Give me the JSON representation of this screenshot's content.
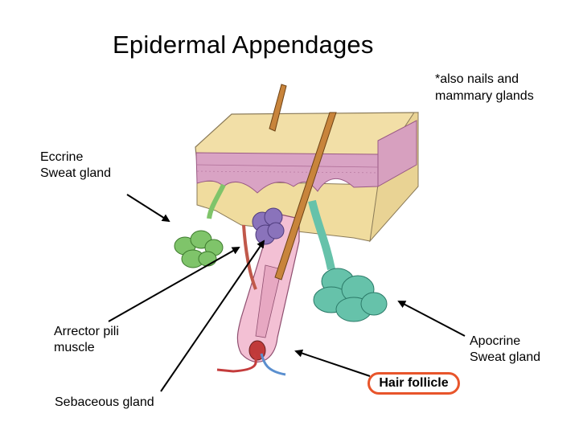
{
  "title": "Epidermal Appendages",
  "note": "*also nails and\nmammary glands",
  "labels": {
    "eccrine": "Eccrine\nSweat gland",
    "arrector": "Arrector pili\nmuscle",
    "apocrine": "Apocrine\nSweat gland",
    "sebaceous": "Sebaceous gland",
    "hair_follicle": "Hair follicle"
  },
  "colors": {
    "dermis": "#f0dc9e",
    "epidermis": "#d9a3c4",
    "hair_shaft": "#c8843b",
    "follicle": "#f3c0d4",
    "eccrine_gland": "#7fc46a",
    "apocrine_gland": "#66c2aa",
    "sebaceous_gland": "#8a73bb",
    "highlight": "#e8552b"
  }
}
